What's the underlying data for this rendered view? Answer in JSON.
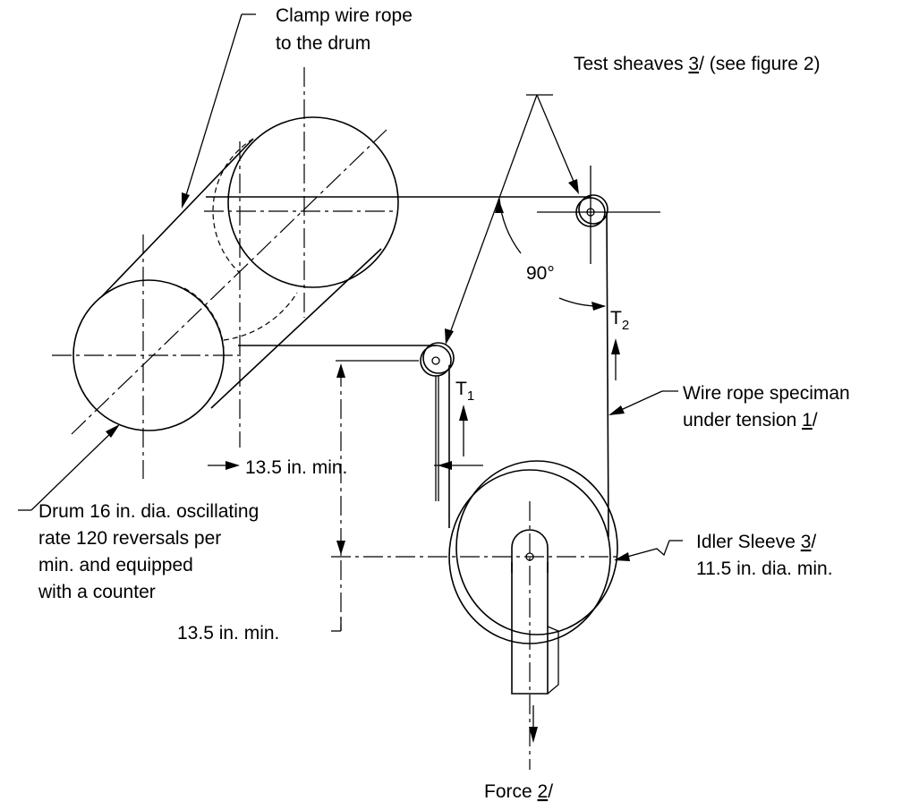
{
  "labels": {
    "clamp_line1": "Clamp wire rope",
    "clamp_line2": "to the drum",
    "test_sheaves_prefix": "Test sheaves ",
    "test_sheaves_num": "3",
    "test_sheaves_suffix": "/ (see figure 2)",
    "angle": "90°",
    "t2_main": "T",
    "t2_sub": "2",
    "t1_main": "T",
    "t1_sub": "1",
    "wire_line1": "Wire rope speciman",
    "wire_line2_prefix": "under tension ",
    "wire_line2_num": "1",
    "wire_line2_suffix": "/",
    "dim_horizontal": "13.5 in. min.",
    "dim_vertical": "13.5 in. min.",
    "drum_line1": "Drum 16 in. dia. oscillating",
    "drum_line2": "rate 120 reversals per",
    "drum_line3": "min. and equipped",
    "drum_line4": "with a counter",
    "idler_line1_prefix": "Idler Sleeve ",
    "idler_line1_num": "3",
    "idler_line1_suffix": "/",
    "idler_line2": "11.5 in. dia. min.",
    "force_prefix": "Force ",
    "force_num": "2",
    "force_suffix": "/"
  }
}
